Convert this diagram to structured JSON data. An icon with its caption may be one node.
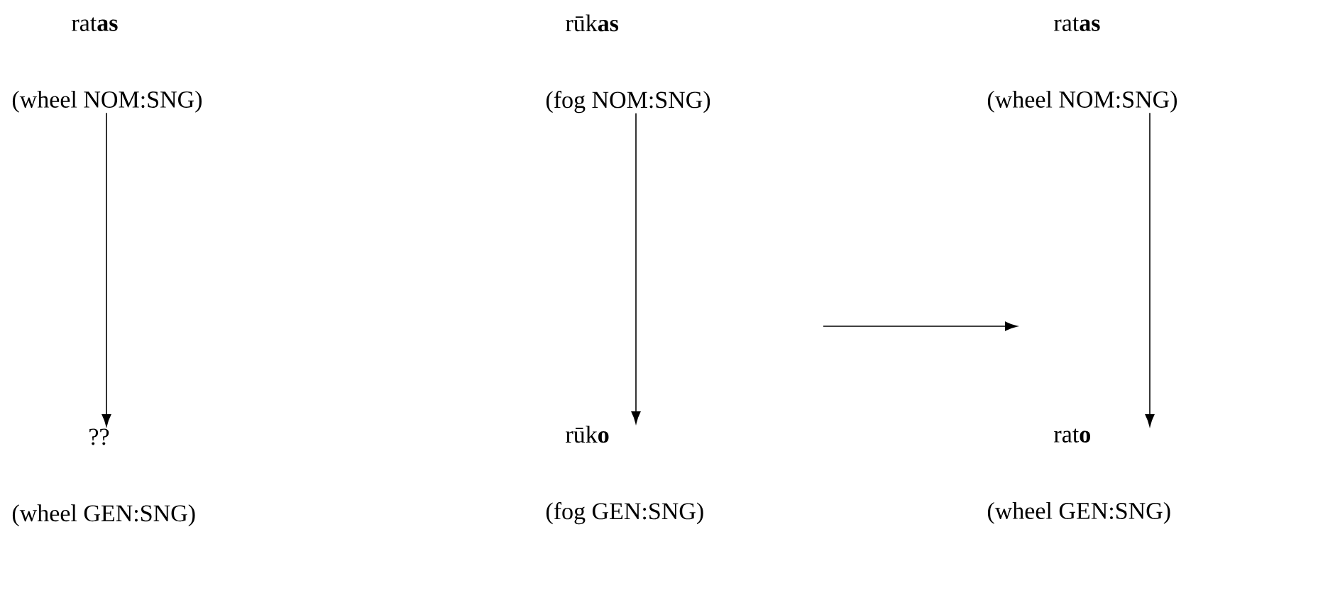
{
  "diagram": {
    "nodes": [
      {
        "text": [
          "rat**as**",
          "(wheel NOM:SNG)"
        ]
      },
      {
        "text": [
          "rūk**as**",
          "(fog NOM:SNG)"
        ]
      },
      {
        "text": [
          "rat**as**",
          "(wheel NOM:SNG)"
        ]
      },
      {
        "text": [
          "??",
          "(wheel GEN:SNG)"
        ]
      },
      {
        "text": [
          "rūk**o**",
          "(fog GEN:SNG)"
        ]
      },
      {
        "text": [
          "rat**o**",
          "(wheel GEN:SNG)"
        ]
      }
    ],
    "edges": [
      {
        "from": 0,
        "to": 3,
        "arrow": "to"
      },
      {
        "from": 1,
        "to": 4,
        "arrow": "to"
      },
      {
        "from": 2,
        "to": 5,
        "arrow": "to"
      }
    ]
  }
}
